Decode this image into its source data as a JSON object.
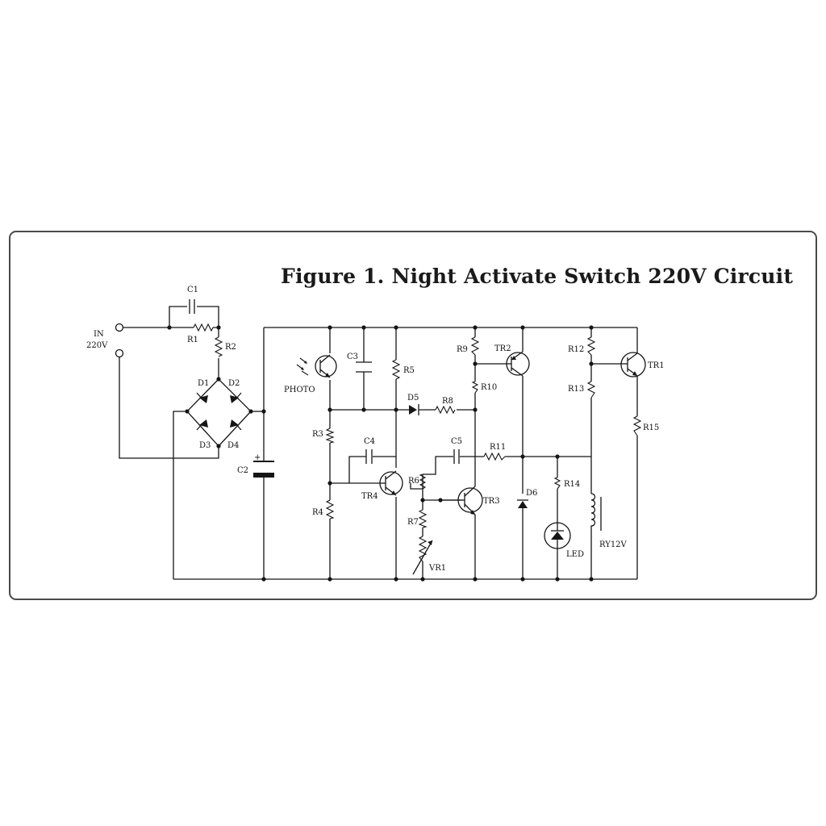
{
  "figure": {
    "title": "Figure 1. Night Activate Switch 220V Circuit"
  },
  "labels": {
    "input": [
      "IN",
      "220V"
    ],
    "C1": "C1",
    "R1": "R1",
    "R2": "R2",
    "D1": "D1",
    "D2": "D2",
    "D3": "D3",
    "D4": "D4",
    "C2": "C2",
    "C2_polarity": "+",
    "PHOTO": "PHOTO",
    "C3": "C3",
    "R5": "R5",
    "D5": "D5",
    "R8": "R8",
    "R3": "R3",
    "R4": "R4",
    "C4": "C4",
    "TR4": "TR4",
    "R6": "R6",
    "R7": "R7",
    "VR1": "VR1",
    "R9": "R9",
    "TR2": "TR2",
    "R10": "R10",
    "C5": "C5",
    "R11": "R11",
    "TR3": "TR3",
    "D6": "D6",
    "R14": "R14",
    "LED": "LED",
    "R12": "R12",
    "R13": "R13",
    "TR1": "TR1",
    "R15": "R15",
    "RY12V": "RY12V"
  },
  "colors": {
    "ink": "#151515",
    "frame": "#4a4a4a",
    "background": "#ffffff"
  }
}
